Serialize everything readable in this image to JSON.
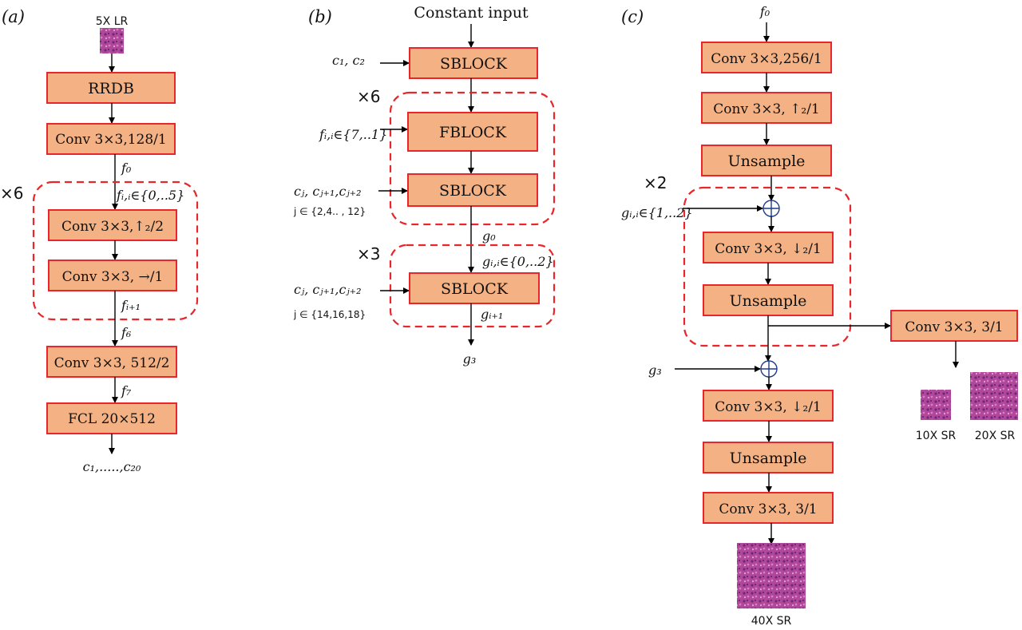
{
  "panel_a": {
    "tag": "(a)",
    "input_label": "5X LR",
    "rrdb": "RRDB",
    "conv1": "Conv 3×3,128/1",
    "f0": "f₀",
    "repeat": "×6",
    "fi": "fᵢ,ᵢ∈{0,..5}",
    "conv_up": "Conv 3×3,↑₂/2",
    "conv_right": "Conv 3×3, →/1",
    "fi1": "fᵢ₊₁",
    "f6": "f₆",
    "conv512": "Conv 3×3, 512/2",
    "f7": "f₇",
    "fcl": "FCL 20×512",
    "output": "c₁,.....,c₂₀"
  },
  "panel_b": {
    "tag": "(b)",
    "constant_input": "Constant input",
    "c12": "c₁, c₂",
    "sblock1": "SBLOCK",
    "repeat6": "×6",
    "fi": "fᵢ,ᵢ∈{7,..1}",
    "fblock": "FBLOCK",
    "cj1": "cⱼ, cⱼ₊₁,cⱼ₊₂",
    "j1": "j ∈ {2,4.. , 12}",
    "sblock2": "SBLOCK",
    "g0": "g₀",
    "repeat3": "×3",
    "gi": "gᵢ,ᵢ∈{0,..2}",
    "cj2": "cⱼ, cⱼ₊₁,cⱼ₊₂",
    "j2": "j ∈ {14,16,18}",
    "sblock3": "SBLOCK",
    "gi1": "gᵢ₊₁",
    "g3": "g₃"
  },
  "panel_c": {
    "tag": "(c)",
    "f0": "f₀",
    "conv1": "Conv 3×3,256/1",
    "conv2": "Conv 3×3, ↑₂/1",
    "unsample1": "Unsample",
    "repeat2": "×2",
    "gi": "gᵢ,ᵢ∈{1,..2}",
    "conv3": "Conv 3×3, ↓₂/1",
    "unsample2": "Unsample",
    "conv_side": "Conv 3×3, 3/1",
    "g3": "g₃",
    "conv4": "Conv 3×3, ↓₂/1",
    "unsample3": "Unsample",
    "conv5": "Conv 3×3, 3/1",
    "out10": "10X SR",
    "out20": "20X SR",
    "out40": "40X SR"
  },
  "colors": {
    "box_fill": "#F4B183",
    "box_stroke": "#E8262B",
    "tissue": "#B0479A"
  }
}
